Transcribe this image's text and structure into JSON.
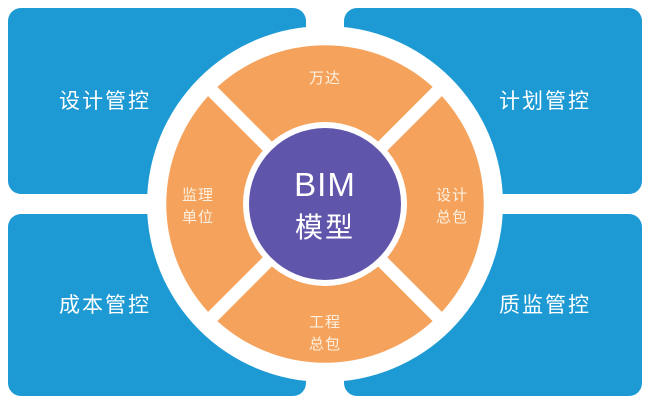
{
  "diagram": {
    "type": "hub-and-spoke-donut",
    "colors": {
      "panel_blue": "#1d9ad4",
      "ring_orange": "#f5a35c",
      "hub_purple": "#5f56ab",
      "background": "#ffffff",
      "panel_text": "#ffffff",
      "ring_text": "#fdf0e0",
      "hub_text": "#ffffff"
    },
    "hub": {
      "title": "BIM",
      "subtitle": "模型"
    },
    "ring_segments": [
      {
        "id": "top",
        "label_line1": "万达",
        "label_line2": ""
      },
      {
        "id": "right",
        "label_line1": "设计",
        "label_line2": "总包"
      },
      {
        "id": "bottom",
        "label_line1": "工程",
        "label_line2": "总包"
      },
      {
        "id": "left",
        "label_line1": "监理",
        "label_line2": "单位"
      }
    ],
    "corner_panels": [
      {
        "id": "top-left",
        "label": "设计管控"
      },
      {
        "id": "top-right",
        "label": "计划管控"
      },
      {
        "id": "bottom-left",
        "label": "成本管控"
      },
      {
        "id": "bottom-right",
        "label": "质监管控"
      }
    ]
  }
}
